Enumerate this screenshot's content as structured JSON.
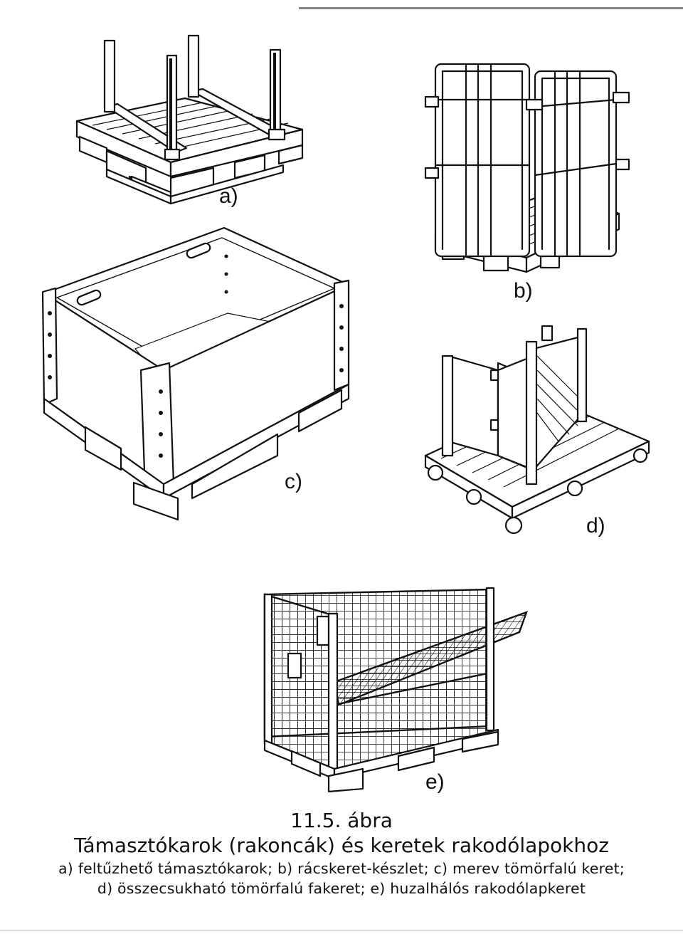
{
  "figure": {
    "number": "11.5. ábra",
    "title": "Támasztókarok (rakoncák) és keretek rakodólapokhoz",
    "legend_line1": "a) feltűzhető támasztókarok; b) rácskeret-készlet; c) merev tömörfalú keret;",
    "legend_line2": "d) összecsukható tömörfalú fakeret; e) huzalhálós rakodólapkeret"
  },
  "panels": {
    "a": {
      "label": "a)"
    },
    "b": {
      "label": "b)"
    },
    "c": {
      "label": "c)"
    },
    "d": {
      "label": "d)"
    },
    "e": {
      "label": "e)"
    }
  }
}
